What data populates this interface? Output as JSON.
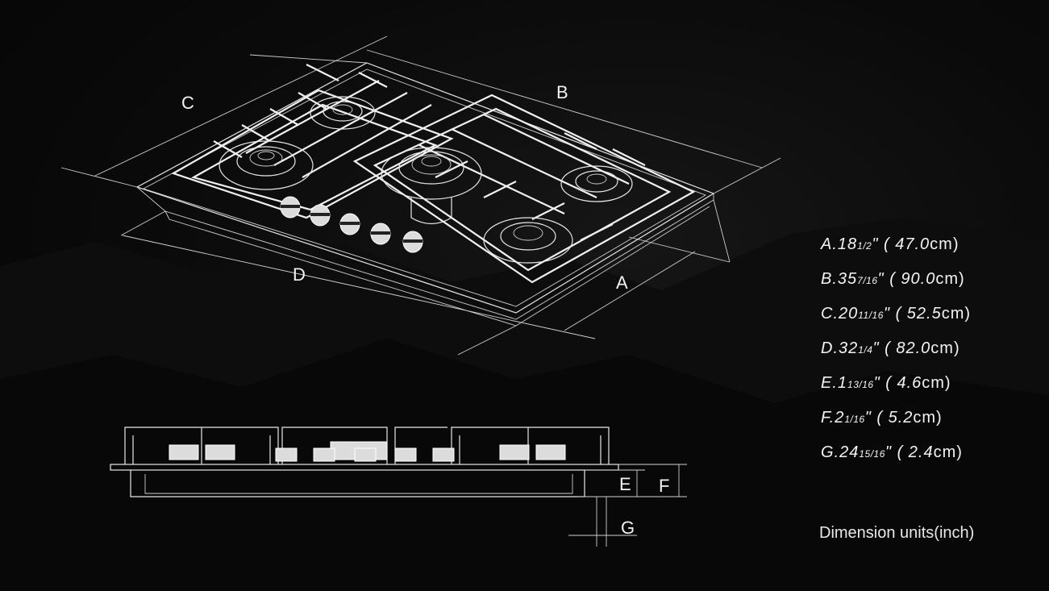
{
  "diagram": {
    "labels": {
      "A": "A",
      "B": "B",
      "C": "C",
      "D": "D",
      "E": "E",
      "F": "F",
      "G": "G"
    }
  },
  "dimensions": [
    {
      "letter": "A",
      "sep": ".",
      "whole": "18",
      "frac": "1/2",
      "quote": "\"",
      "metric": "( 47.0",
      "unit": "cm)"
    },
    {
      "letter": "B",
      "sep": ".",
      "whole": "35",
      "frac": "7/16",
      "quote": "\"",
      "metric": "( 90.0",
      "unit": "cm)"
    },
    {
      "letter": "C",
      "sep": ".",
      "whole": "20",
      "frac": "11/16",
      "quote": "\"",
      "metric": "( 52.5",
      "unit": "cm)"
    },
    {
      "letter": "D",
      "sep": ".",
      "whole": "32",
      "frac": "1/4",
      "quote": "\"",
      "metric": "( 82.0",
      "unit": "cm)"
    },
    {
      "letter": "E",
      "sep": ".",
      "whole": "1",
      "frac": "13/16",
      "quote": "\"",
      "metric": "( 4.6",
      "unit": "cm)"
    },
    {
      "letter": "F",
      "sep": ".",
      "whole": "2",
      "frac": "1/16",
      "quote": "\"",
      "metric": "( 5.2",
      "unit": "cm)"
    },
    {
      "letter": "G",
      "sep": ".",
      "whole": "24",
      "frac": "15/16",
      "quote": "\"",
      "metric": "( 2.4",
      "unit": "cm)"
    }
  ],
  "units_note": "Dimension units(inch)",
  "colors": {
    "background": "#050505",
    "line": "#e8e8e8",
    "text": "#f2f2f2"
  }
}
